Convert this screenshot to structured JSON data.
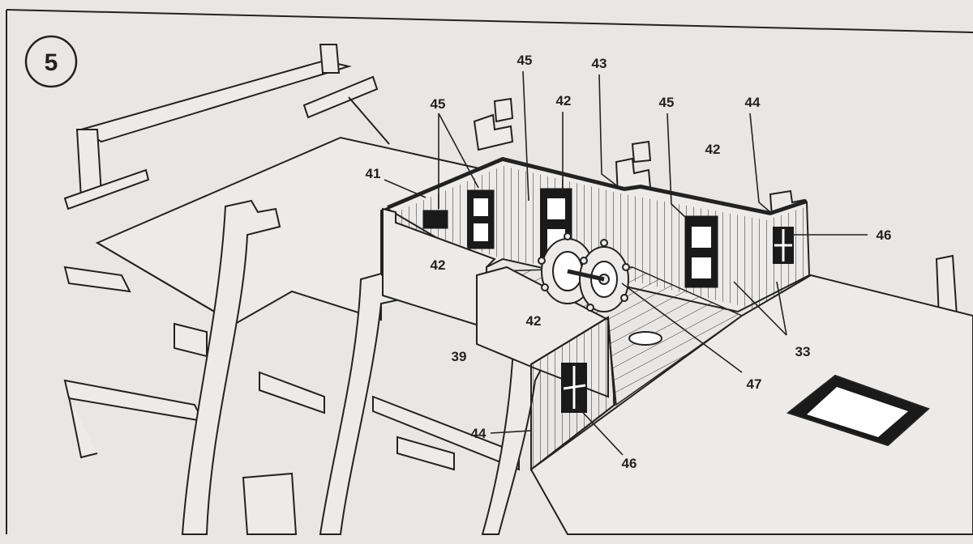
{
  "diagram": {
    "step_number": "5",
    "callouts": {
      "c33": "33",
      "c39": "39",
      "c41": "41",
      "c42a": "42",
      "c42b": "42",
      "c42c": "42",
      "c42d": "42",
      "c43": "43",
      "c44a": "44",
      "c44b": "44",
      "c45a": "45",
      "c45b": "45",
      "c45c": "45",
      "c46a": "46",
      "c46b": "46",
      "c47": "47"
    }
  },
  "colors": {
    "paper": "#e9e7e6",
    "ink": "#1c1c1c",
    "panel_fill": "#ecebea"
  }
}
